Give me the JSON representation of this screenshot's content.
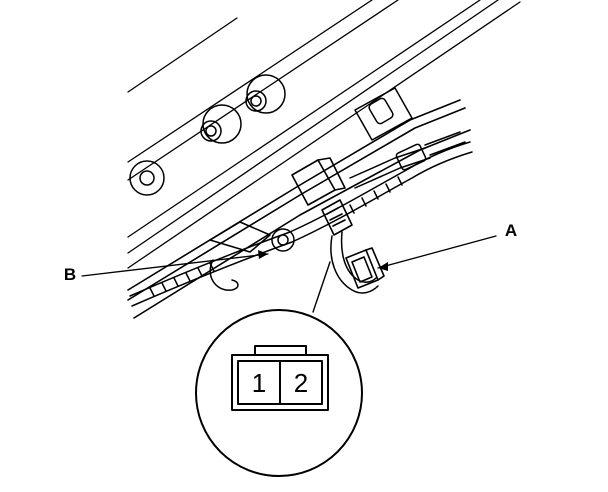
{
  "callouts": {
    "a": "A",
    "b": "B"
  },
  "connector_detail": {
    "pin_1": "1",
    "pin_2": "2"
  }
}
